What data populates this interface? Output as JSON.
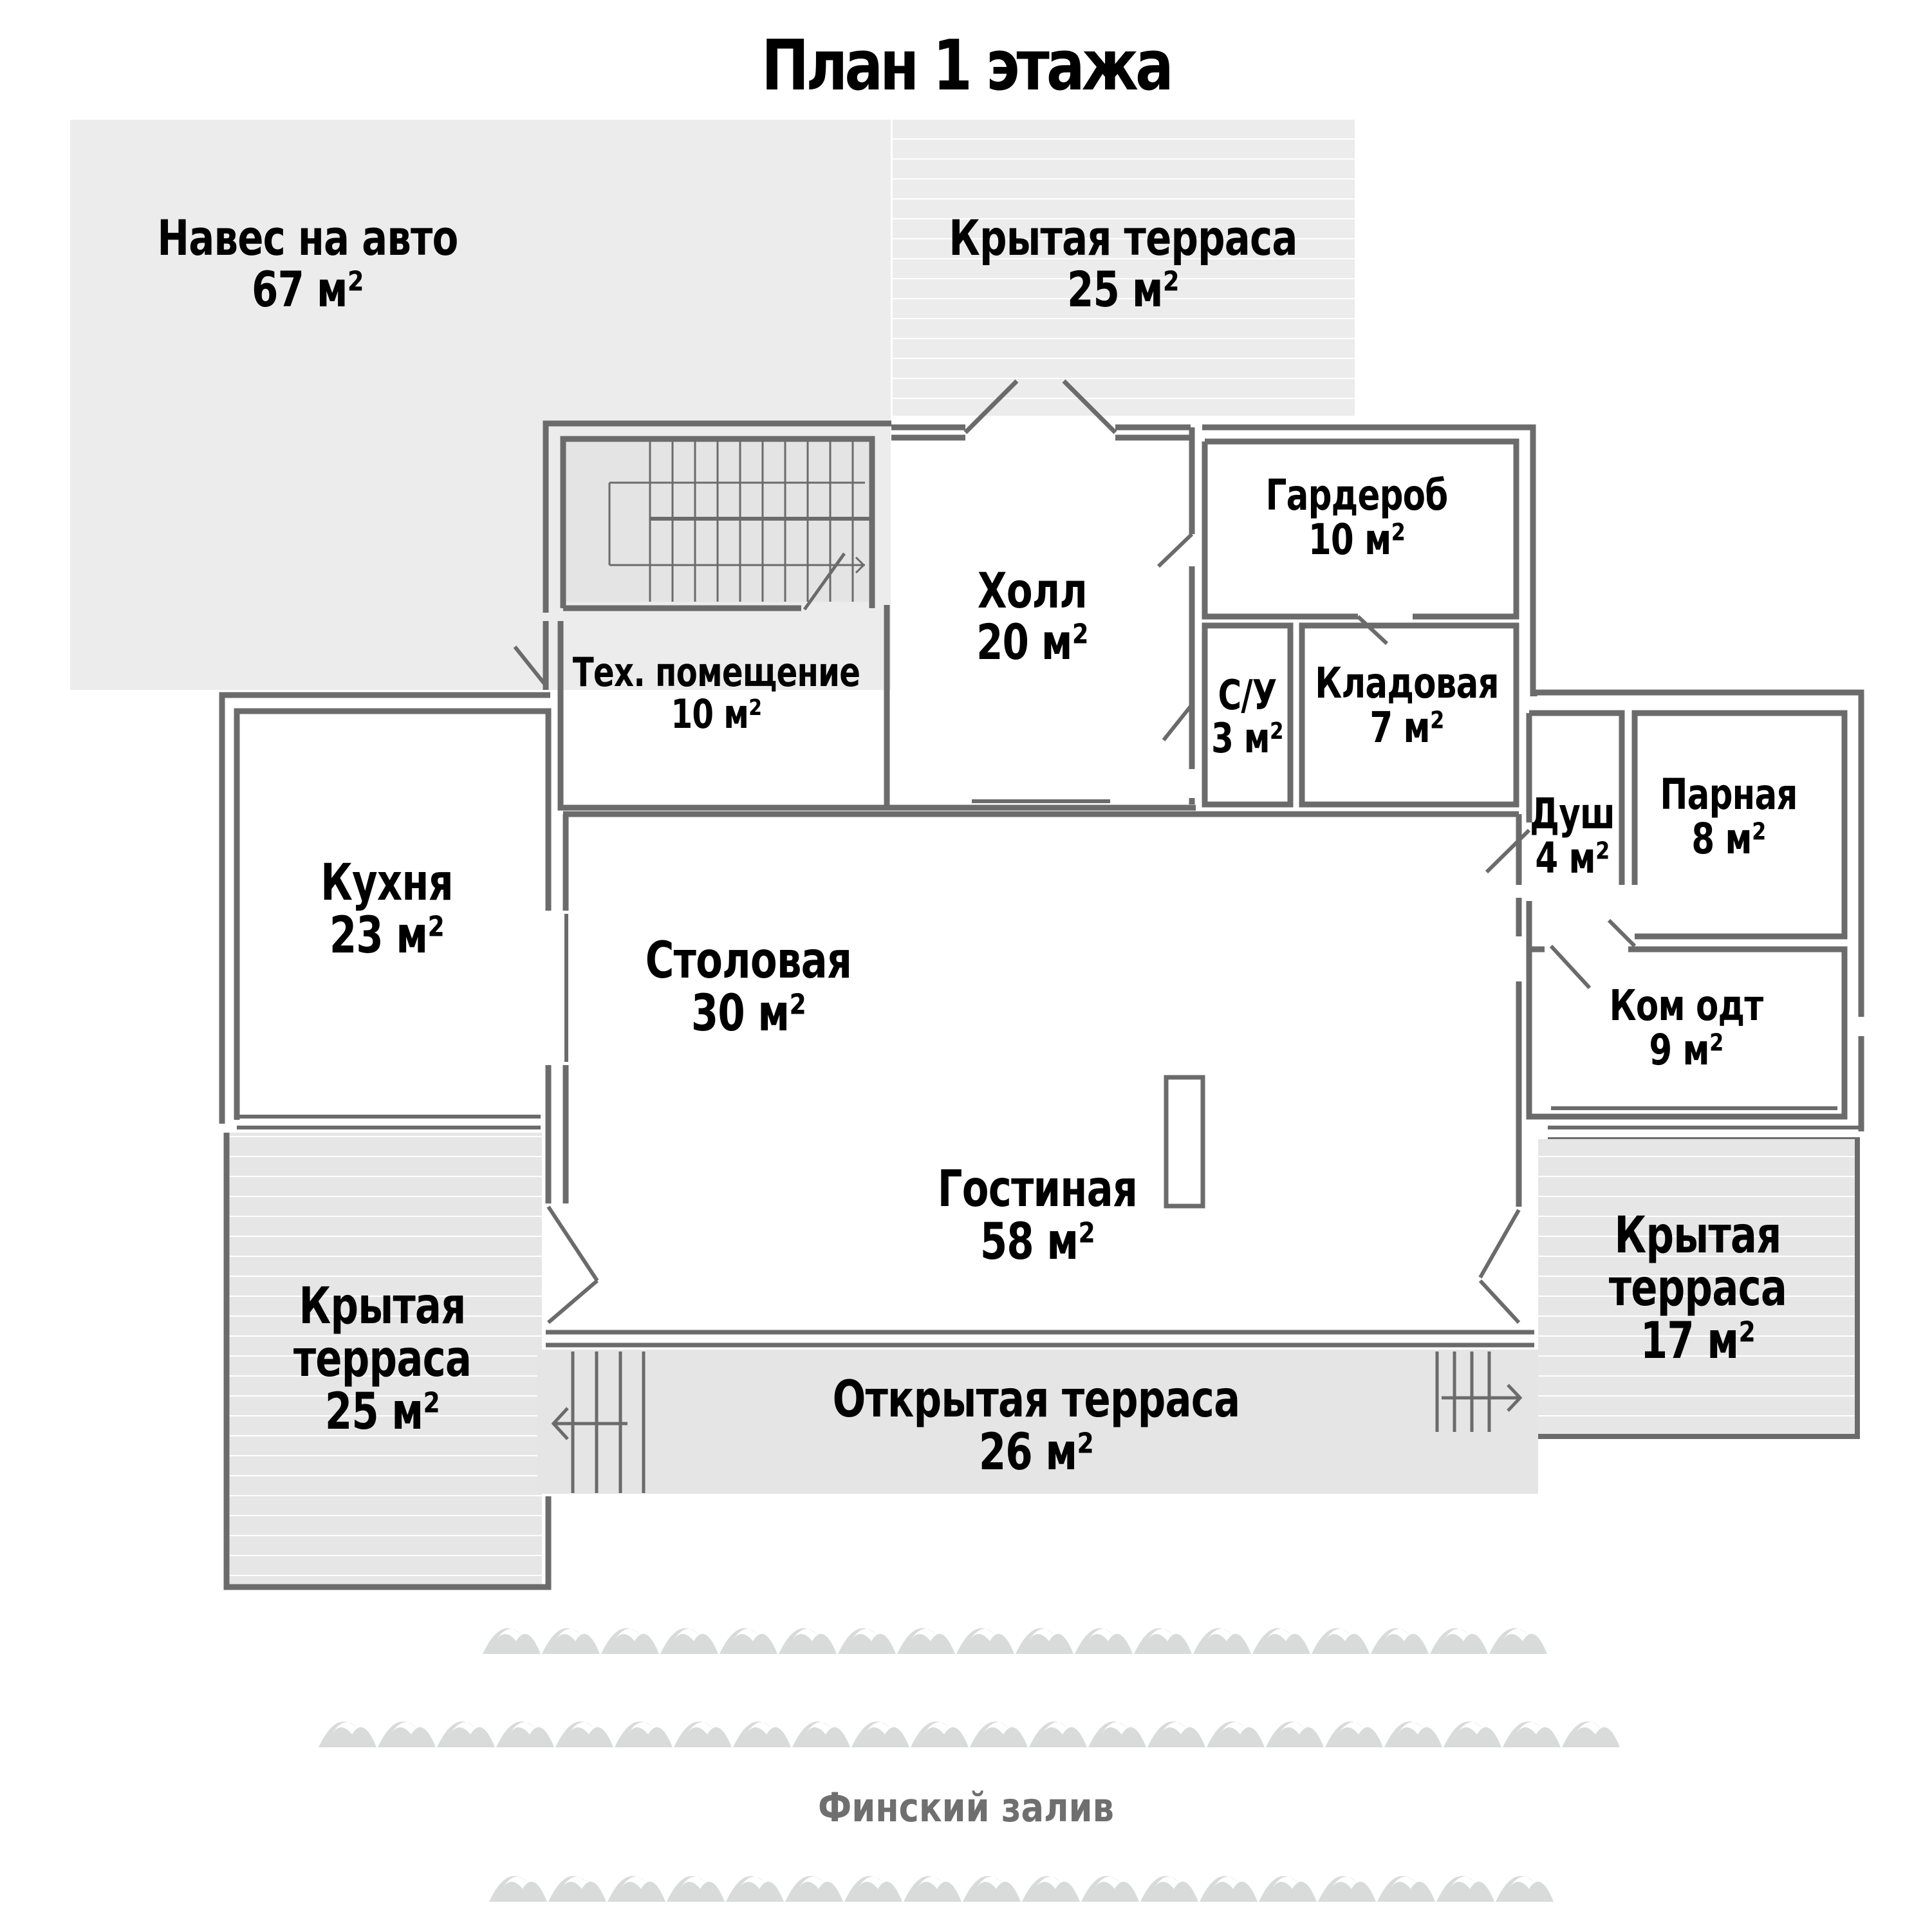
{
  "title": "План 1 этажа",
  "colors": {
    "wall": "#6b6b6b",
    "covered_fill": "#ebeceb",
    "open_terrace_fill": "#e5e5e5",
    "stair_fill": "#e4e4e4",
    "wave": "#d9dada",
    "sea_label": "#6f6f6f"
  },
  "rooms": [
    {
      "id": "carport",
      "name": "Навес на авто",
      "area": "67 м²"
    },
    {
      "id": "top-terrace",
      "name": "Крытая терраса",
      "area": "25 м²"
    },
    {
      "id": "hall",
      "name": "Холл",
      "area": "20 м²"
    },
    {
      "id": "wardrobe",
      "name": "Гардероб",
      "area": "10 м²"
    },
    {
      "id": "tech-room",
      "name": "Тех. помещение",
      "area": "10 м²"
    },
    {
      "id": "wc",
      "name": "С/У",
      "area": "3 м²"
    },
    {
      "id": "pantry",
      "name": "Кладовая",
      "area": "7 м²"
    },
    {
      "id": "kitchen",
      "name": "Кухня",
      "area": "23 м²"
    },
    {
      "id": "shower",
      "name": "Душ",
      "area": "4 м²"
    },
    {
      "id": "steam-room",
      "name": "Парная",
      "area": "8 м²"
    },
    {
      "id": "dining",
      "name": "Столовая",
      "area": "30 м²"
    },
    {
      "id": "rest-room",
      "name": "Ком одт",
      "area": "9 м²"
    },
    {
      "id": "living",
      "name": "Гостиная",
      "area": "58 м²"
    },
    {
      "id": "left-terrace",
      "name": "Крытая\nтерраса",
      "area": "25 м²"
    },
    {
      "id": "right-terrace",
      "name": "Крытая\nтерраса",
      "area": "17 м²"
    },
    {
      "id": "open-terrace",
      "name": "Открытая терраса",
      "area": "26 м²"
    }
  ],
  "left_terrace": {
    "line1": "Крытая",
    "line2": "терраса",
    "area": "25 м²"
  },
  "right_terrace": {
    "line1": "Крытая",
    "line2": "терраса",
    "area": "17 м²"
  },
  "sea_label": "Финский залив"
}
